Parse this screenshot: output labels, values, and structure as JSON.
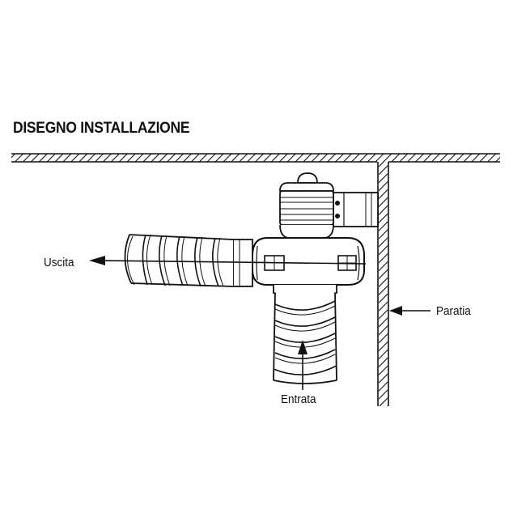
{
  "title": "DISEGNO INSTALLAZIONE",
  "labels": {
    "outlet": "Uscita",
    "bulkhead": "Paratia",
    "inlet": "Entrata"
  },
  "colors": {
    "ink": "#111111",
    "background": "#ffffff"
  }
}
